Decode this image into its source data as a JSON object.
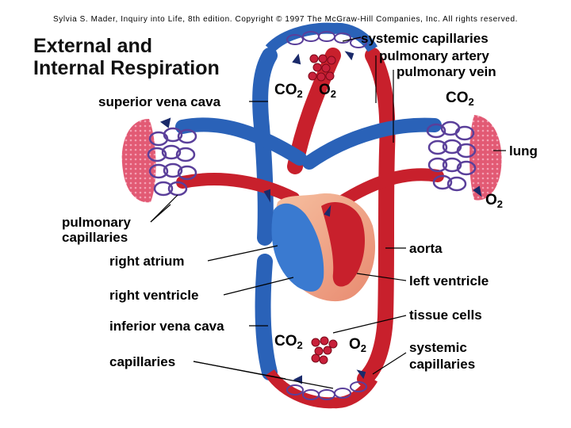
{
  "copyright": "Sylvia S. Mader, Inquiry into Life, 8th edition. Copyright © 1997 The McGraw-Hill Companies, Inc. All rights reserved.",
  "title": {
    "line1": "External and",
    "line2": "Internal Respiration"
  },
  "labels": {
    "systemic_capillaries_top": "systemic capillaries",
    "pulmonary_artery": "pulmonary artery",
    "pulmonary_vein": "pulmonary vein",
    "superior_vena_cava": "superior vena cava",
    "lung": "lung",
    "pulmonary_capillaries_1": "pulmonary",
    "pulmonary_capillaries_2": "capillaries",
    "right_atrium": "right atrium",
    "aorta": "aorta",
    "right_ventricle": "right ventricle",
    "left_ventricle": "left ventricle",
    "tissue_cells": "tissue cells",
    "inferior_vena_cava": "inferior vena cava",
    "systemic_capillaries_bottom_1": "systemic",
    "systemic_capillaries_bottom_2": "capillaries",
    "capillaries": "capillaries"
  },
  "gases": {
    "top_co2": "CO",
    "top_co2_sub": "2",
    "top_o2": "O",
    "top_o2_sub": "2",
    "right_co2": "CO",
    "right_co2_sub": "2",
    "right_o2": "O",
    "right_o2_sub": "2",
    "bottom_co2": "CO",
    "bottom_co2_sub": "2",
    "bottom_o2": "O",
    "bottom_o2_sub": "2"
  },
  "colors": {
    "oxygenated": "#c8202c",
    "deoxygenated": "#2a62b8",
    "lung_tissue": "#e0506a",
    "capillary_net": "#5a3f9a",
    "heart_tissue": "#f0a080"
  }
}
